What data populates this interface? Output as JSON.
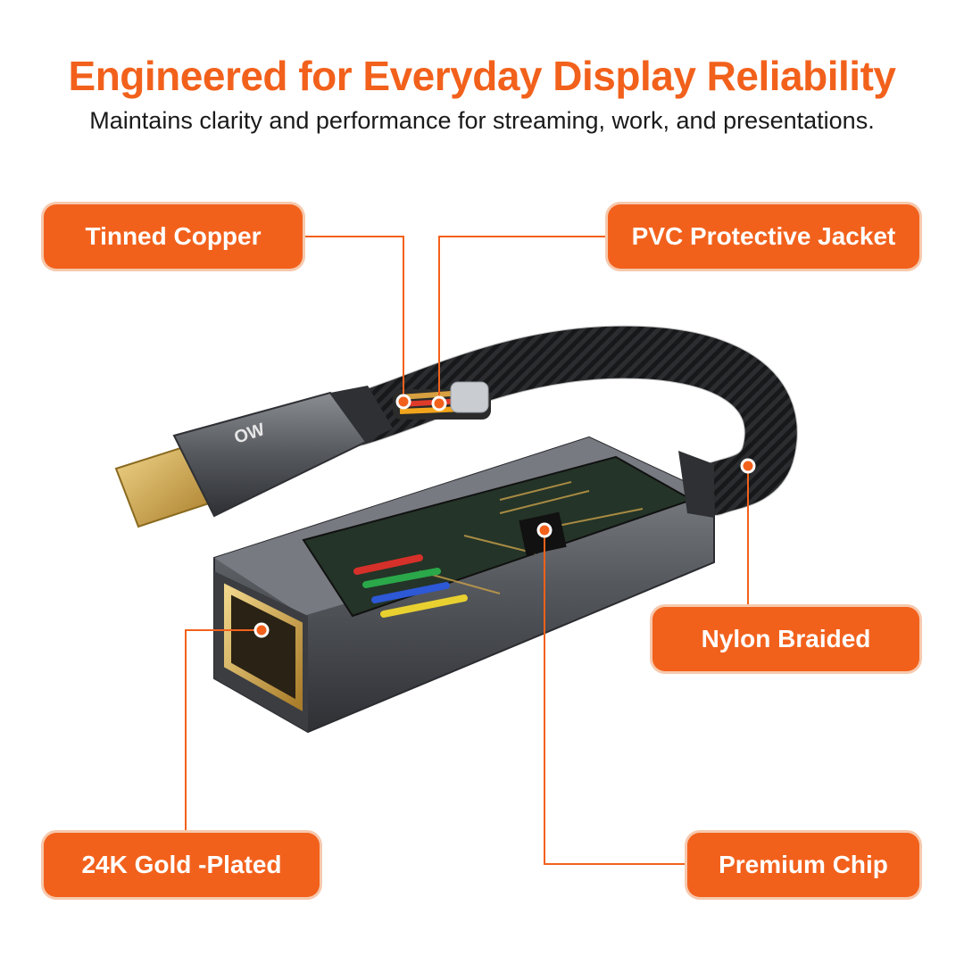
{
  "header": {
    "title": "Engineered for Everyday Display Reliability",
    "subtitle": "Maintains clarity and performance for streaming, work, and presentations."
  },
  "callouts": [
    {
      "label": "Tinned Copper"
    },
    {
      "label": "PVC Protective Jacket"
    },
    {
      "label": "Nylon Braided"
    },
    {
      "label": "24K Gold -Plated"
    },
    {
      "label": "Premium Chip"
    }
  ],
  "product": {
    "logo_text": "OW"
  },
  "colors": {
    "accent": "#f2611c",
    "accent_border": "#f6c9ad",
    "shell": "#55585d",
    "shell_dark": "#2e3034",
    "braid": "#1e1f22",
    "gold": "#c9a04a",
    "pcb": "#243428"
  }
}
